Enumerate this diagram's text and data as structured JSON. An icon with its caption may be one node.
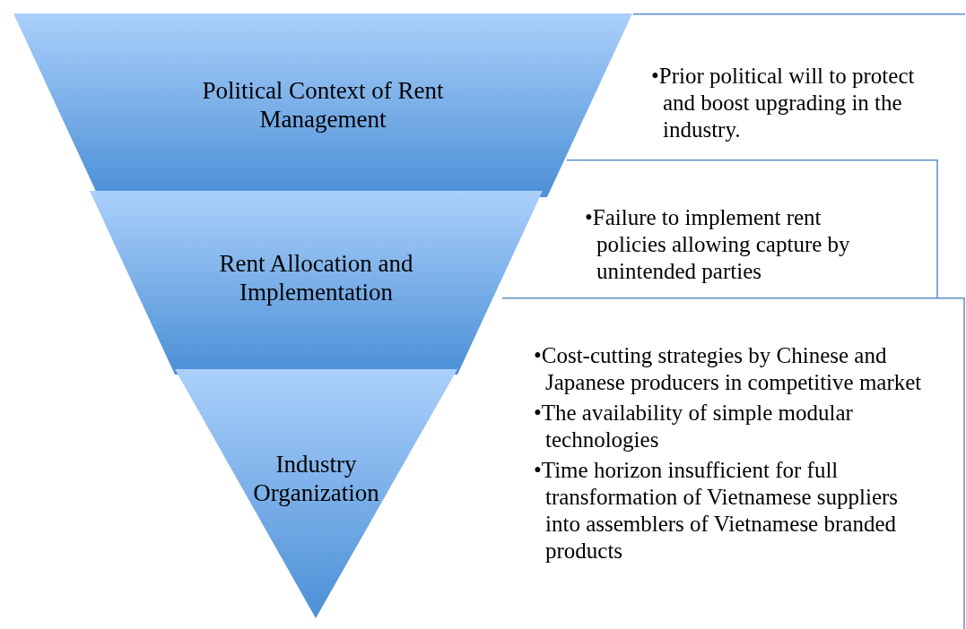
{
  "diagram": {
    "nodes": [
      {
        "text": [
          "Political Context of Rent Management"
        ]
      },
      {
        "text": [
          "Rent Allocation and Implementation"
        ]
      },
      {
        "text": [
          "Industry Organization"
        ]
      },
      {
        "text": [
          "•Prior political will to protect and boost upgrading in the industry."
        ]
      },
      {
        "text": [
          "•Failure to implement rent policies allowing capture by unintended parties"
        ]
      },
      {
        "text": [
          "•Cost-cutting strategies by Chinese and Japanese producers in competitive market",
          "•The availability of simple modular technologies",
          "•Time horizon insufficient for full transformation of Vietnamese suppliers into assemblers of Vietnamese branded products"
        ]
      }
    ]
  }
}
